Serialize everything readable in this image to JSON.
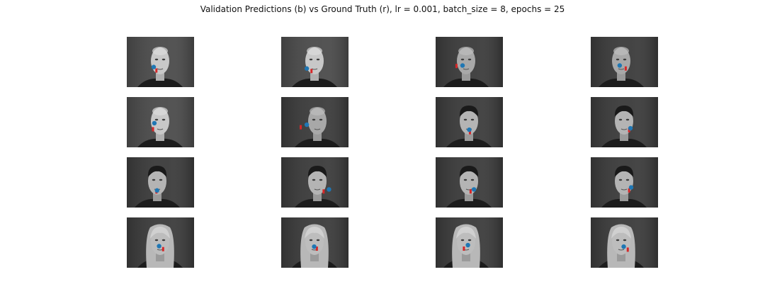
{
  "figure": {
    "title": "Validation Predictions (b) vs Ground Truth (r), lr = 0.001, batch_size = 8, epochs = 25"
  },
  "colors": {
    "prediction": "#1f77b4",
    "ground_truth": "#d62728",
    "background": "#ffffff"
  },
  "grid": {
    "rows": 4,
    "cols": 4
  },
  "panels": [
    {
      "subject": "bald-man",
      "pose": "frontal",
      "pred": [
        0.4,
        0.6
      ],
      "truth": [
        0.44,
        0.67
      ],
      "brightness": "light"
    },
    {
      "subject": "bald-man",
      "pose": "frontal",
      "pred": [
        0.38,
        0.63
      ],
      "truth": [
        0.45,
        0.68
      ],
      "brightness": "light"
    },
    {
      "subject": "bald-man",
      "pose": "turned-right",
      "pred": [
        0.4,
        0.57
      ],
      "truth": [
        0.31,
        0.58
      ],
      "brightness": "dark"
    },
    {
      "subject": "bald-man",
      "pose": "turned-right",
      "pred": [
        0.43,
        0.57
      ],
      "truth": [
        0.52,
        0.63
      ],
      "brightness": "dark"
    },
    {
      "subject": "bald-man",
      "pose": "frontal",
      "pred": [
        0.41,
        0.52
      ],
      "truth": [
        0.39,
        0.64
      ],
      "brightness": "light"
    },
    {
      "subject": "bald-man",
      "pose": "turned-left",
      "pred": [
        0.38,
        0.55
      ],
      "truth": [
        0.29,
        0.6
      ],
      "brightness": "dark"
    },
    {
      "subject": "dark-hair-man",
      "pose": "frontal",
      "pred": [
        0.5,
        0.65
      ],
      "truth": [
        0.51,
        0.7
      ],
      "brightness": "dark"
    },
    {
      "subject": "dark-hair-man",
      "pose": "frontal",
      "pred": [
        0.59,
        0.62
      ],
      "truth": [
        0.57,
        0.66
      ],
      "brightness": "dark"
    },
    {
      "subject": "dark-hair-man",
      "pose": "turned-right",
      "pred": [
        0.45,
        0.66
      ],
      "truth": [
        0.44,
        0.68
      ],
      "brightness": "dark"
    },
    {
      "subject": "dark-hair-man",
      "pose": "turned-left",
      "pred": [
        0.71,
        0.64
      ],
      "truth": [
        0.63,
        0.68
      ],
      "brightness": "dark"
    },
    {
      "subject": "dark-hair-man",
      "pose": "frontal",
      "pred": [
        0.57,
        0.64
      ],
      "truth": [
        0.52,
        0.68
      ],
      "brightness": "dark"
    },
    {
      "subject": "dark-hair-man",
      "pose": "frontal",
      "pred": [
        0.6,
        0.6
      ],
      "truth": [
        0.57,
        0.66
      ],
      "brightness": "dark"
    },
    {
      "subject": "blonde-woman",
      "pose": "frontal",
      "pred": [
        0.48,
        0.57
      ],
      "truth": [
        0.54,
        0.63
      ],
      "brightness": "dark"
    },
    {
      "subject": "blonde-woman",
      "pose": "frontal",
      "pred": [
        0.49,
        0.58
      ],
      "truth": [
        0.53,
        0.62
      ],
      "brightness": "dark"
    },
    {
      "subject": "blonde-woman",
      "pose": "turned-right",
      "pred": [
        0.48,
        0.55
      ],
      "truth": [
        0.42,
        0.62
      ],
      "brightness": "dark"
    },
    {
      "subject": "blonde-woman",
      "pose": "turned-right",
      "pred": [
        0.49,
        0.58
      ],
      "truth": [
        0.55,
        0.64
      ],
      "brightness": "dark"
    }
  ]
}
